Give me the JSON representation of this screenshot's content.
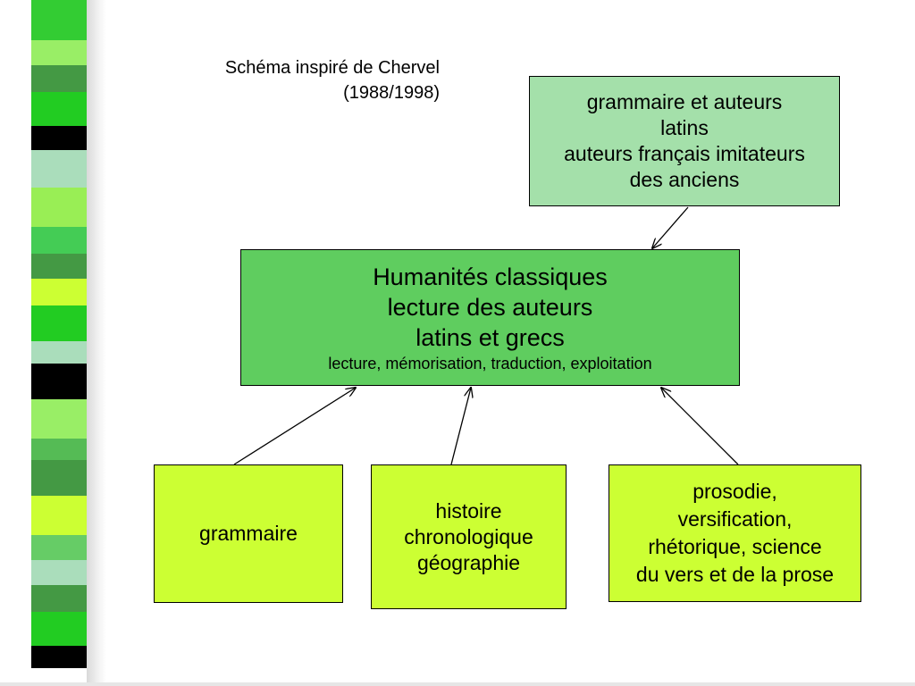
{
  "colors": {
    "top_box": "#a4e0aa",
    "center_box": "#5fcd5f",
    "bottom_box": "#ccff33",
    "stripe": [
      "#33cc33",
      "#99ee66",
      "#449944",
      "#22cc22",
      "#000000",
      "#aaddbb",
      "#99ee55",
      "#44cc55",
      "#449944",
      "#ccff33",
      "#22cc22",
      "#aaddbb",
      "#000000",
      "#99ee66",
      "#55bb55",
      "#449944",
      "#ccff33",
      "#66cc66",
      "#aaddbb",
      "#449944",
      "#22cc22",
      "#000000"
    ]
  },
  "caption": {
    "line1": "Schéma inspiré de Chervel",
    "line2": "(1988/1998)"
  },
  "top_box": {
    "line1": "grammaire et auteurs",
    "line2": "latins",
    "line3": "auteurs français imitateurs",
    "line4": "des anciens"
  },
  "center_box": {
    "line1": "Humanités classiques",
    "line2": "lecture des auteurs",
    "line3": "latins et grecs",
    "line4": "lecture, mémorisation, traduction, exploitation"
  },
  "grammar_box": {
    "line1": "grammaire"
  },
  "history_box": {
    "line1": "histoire",
    "line2": "chronologique",
    "line3": "géographie"
  },
  "prosody_box": {
    "line1": "prosodie,",
    "line2": "versification,",
    "line3": "rhétorique, science",
    "line4": "du vers et de la prose"
  }
}
